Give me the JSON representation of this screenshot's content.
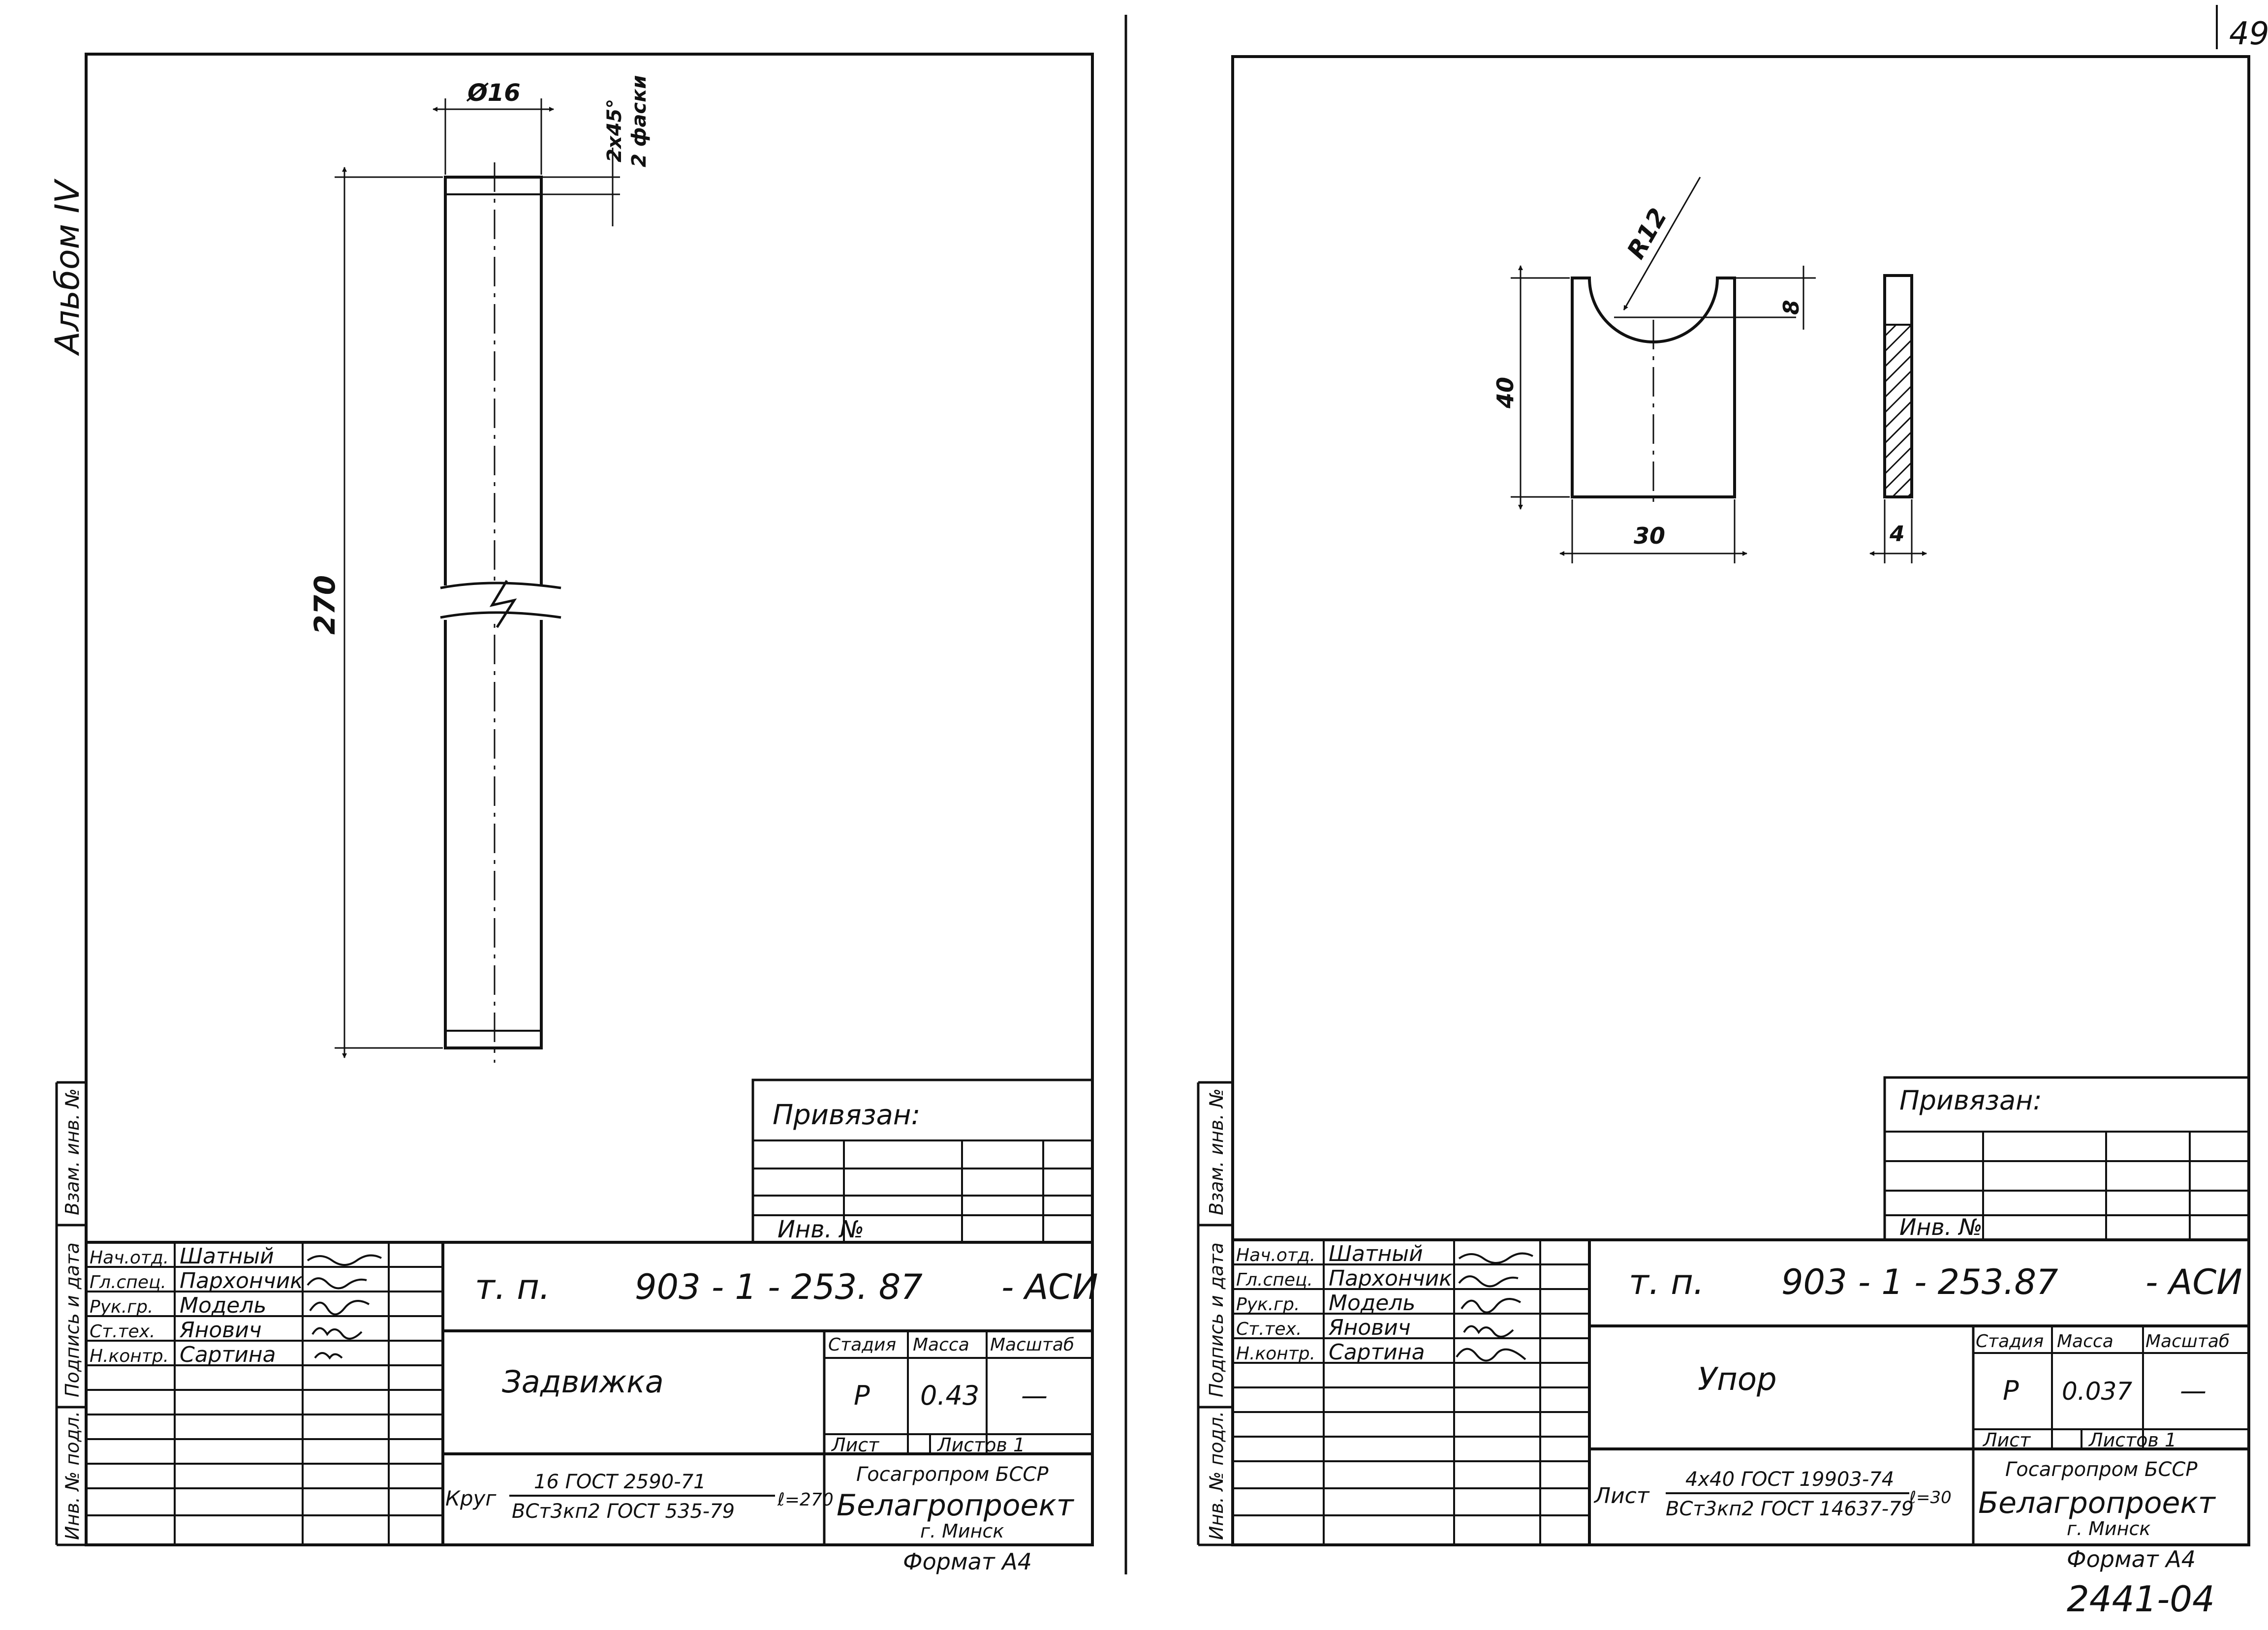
{
  "page_number": "49",
  "bottom_code": "2441-04",
  "album_label": "Альбом IV",
  "side_strip": {
    "vzam": "Взам. инв. №",
    "podpis": "Подпись и дата",
    "inv_podl": "Инв. № подл."
  },
  "left": {
    "dims": {
      "diameter": "Ø16",
      "chamfer_line1": "2x45°",
      "chamfer_line2": "2 фаски",
      "length": "270"
    },
    "title_block": {
      "privyazan": "Привязан:",
      "inv_no": "Инв. №",
      "roles": [
        "Нач.отд.",
        "Гл.спец.",
        "Рук.гр.",
        "Ст.тех.",
        "Н.контр."
      ],
      "names": [
        "Шатный",
        "Пархончик",
        "Модель",
        "Янович",
        "Сартина"
      ],
      "doc_prefix": "т. п.",
      "doc_number": "903 - 1 - 253. 87",
      "doc_suffix": "- АСИ",
      "part_name": "Задвижка",
      "stage_label": "Стадия",
      "mass_label": "Масса",
      "scale_label": "Масштаб",
      "stage": "Р",
      "mass": "0.43",
      "scale": "—",
      "sheet_label": "Лист",
      "sheets_label": "Листов 1",
      "material_prefix": "Круг",
      "material_top": "16 ГОСТ 2590-71",
      "material_bottom": "ВСт3кп2 ГОСТ 535-79",
      "material_length": "ℓ=270",
      "org_line1": "Госагропром БССР",
      "org_line2": "Белагропроект",
      "org_line3": "г. Минск",
      "format": "Формат А4"
    }
  },
  "right": {
    "dims": {
      "radius": "R12",
      "depth": "8",
      "height": "40",
      "width": "30",
      "thickness": "4"
    },
    "title_block": {
      "privyazan": "Привязан:",
      "inv_no": "Инв. №",
      "roles": [
        "Нач.отд.",
        "Гл.спец.",
        "Рук.гр.",
        "Ст.тех.",
        "Н.контр."
      ],
      "names": [
        "Шатный",
        "Пархончик",
        "Модель",
        "Янович",
        "Сартина"
      ],
      "doc_prefix": "т. п.",
      "doc_number": "903 - 1 - 253.87",
      "doc_suffix": "- АСИ",
      "part_name": "Упор",
      "stage_label": "Стадия",
      "mass_label": "Масса",
      "scale_label": "Масштаб",
      "stage": "Р",
      "mass": "0.037",
      "scale": "—",
      "sheet_label": "Лист",
      "sheets_label": "Листов 1",
      "material_prefix": "Лист",
      "material_top": "4x40 ГОСТ 19903-74",
      "material_bottom": "ВСт3кп2 ГОСТ 14637-79",
      "material_length": "ℓ=30",
      "org_line1": "Госагропром БССР",
      "org_line2": "Белагропроект",
      "org_line3": "г. Минск",
      "format": "Формат А4"
    }
  }
}
